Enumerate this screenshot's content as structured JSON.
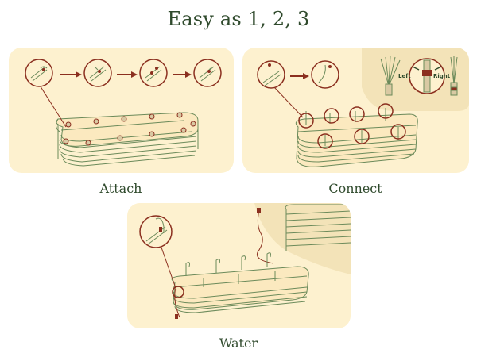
{
  "title": "Easy as 1, 2, 3",
  "steps": [
    {
      "caption": "Attach"
    },
    {
      "caption": "Connect"
    },
    {
      "caption": "Water"
    }
  ],
  "nozzle_labels": {
    "left": "Left",
    "right": "Right"
  },
  "colors": {
    "panel_bg": "#fdf1cf",
    "accent": "#8b2f1f",
    "outline": "#6b8a5a",
    "text": "#2f4a2c",
    "shade": "#f3e3b8"
  },
  "icons": [
    "arrow-right-icon",
    "callout-circle-icon",
    "zoom-circle-icon",
    "nozzle-icon"
  ]
}
